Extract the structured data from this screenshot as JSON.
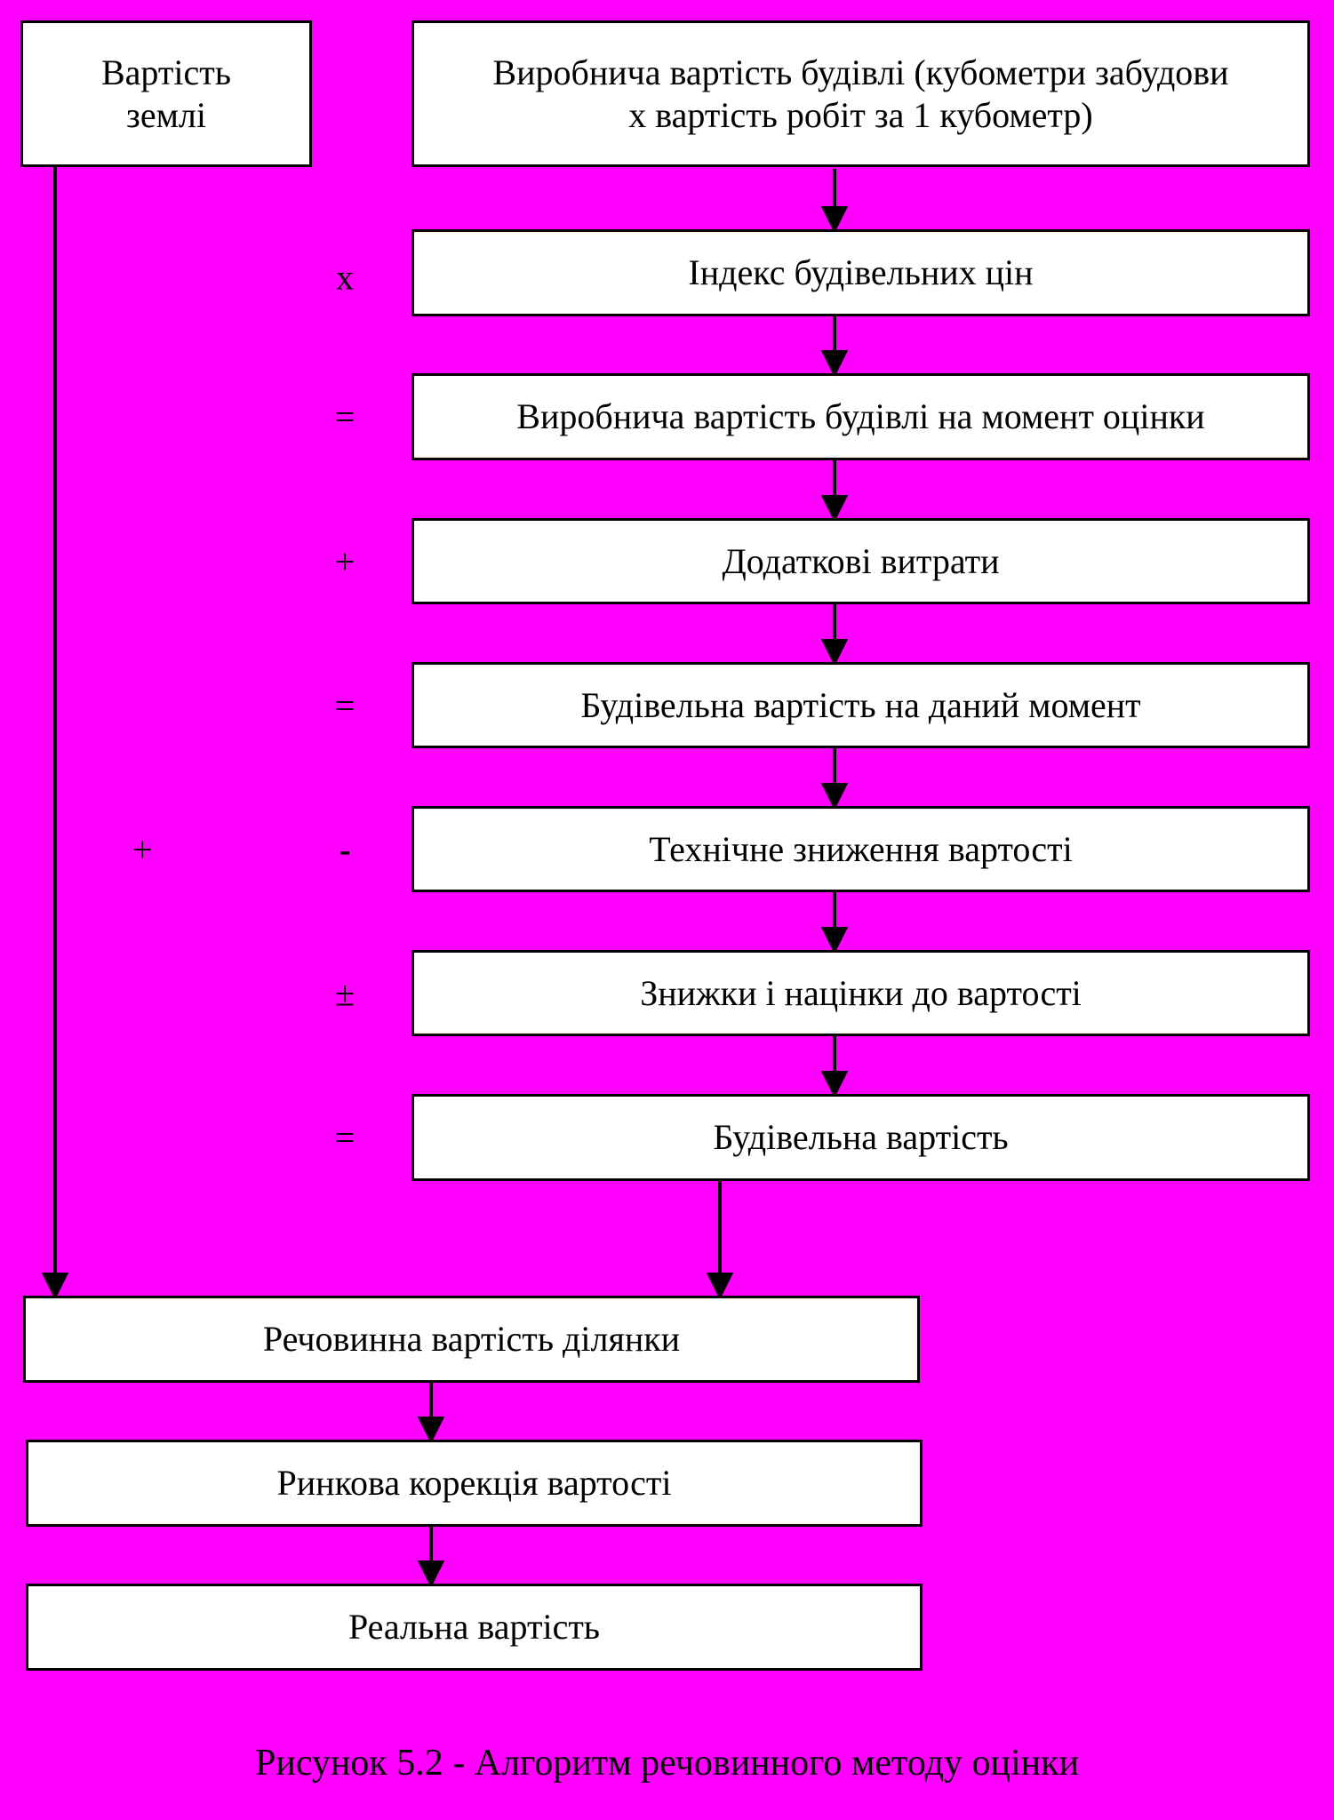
{
  "colors": {
    "background": "#ff00ff",
    "box_fill": "#ffffff",
    "stroke": "#000000"
  },
  "diagram": {
    "land_value": "Вартість землі",
    "steps": [
      {
        "operator": "",
        "label": "Виробнича вартість будівлі (кубометри забудови х вартість робіт за 1 кубометр)"
      },
      {
        "operator": "х",
        "label": "Індекс будівельних цін"
      },
      {
        "operator": "=",
        "label": "Виробнича вартість будівлі на момент оцінки"
      },
      {
        "operator": "+",
        "label": "Додаткові витрати"
      },
      {
        "operator": "=",
        "label": "Будівельна вартість на даний момент"
      },
      {
        "operator": "-",
        "label": "Технічне зниження вартості"
      },
      {
        "operator": "±",
        "label": "Знижки і націнки до вартості"
      },
      {
        "operator": "=",
        "label": "Будівельна вартість"
      }
    ],
    "left_operator": "+",
    "results": [
      "Речовинна вартість ділянки",
      "Ринкова корекція вартості",
      "Реальна вартість"
    ]
  },
  "caption": "Рисунок 5.2 - Алгоритм речовинного методу оцінки"
}
